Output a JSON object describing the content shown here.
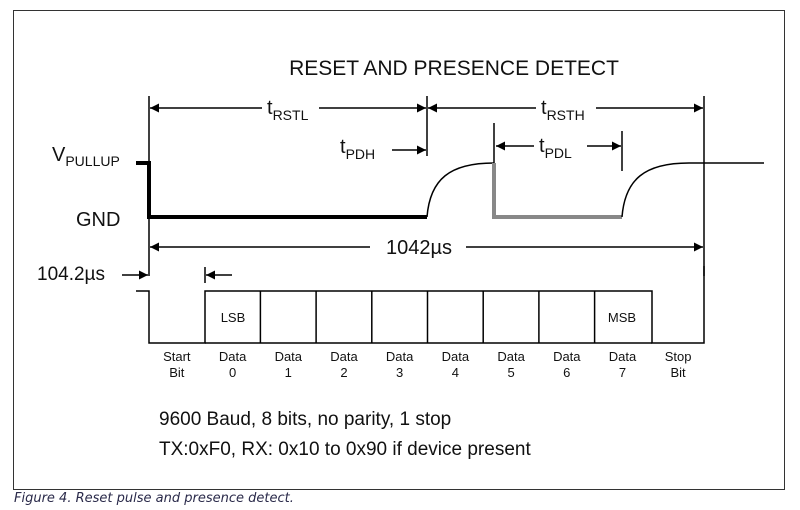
{
  "title": "RESET AND PRESENCE DETECT",
  "levels": {
    "high": {
      "main": "V",
      "sub": "PULLUP"
    },
    "low": "GND"
  },
  "timings": {
    "t_rstl": {
      "main": "t",
      "sub": "RSTL"
    },
    "t_rsth": {
      "main": "t",
      "sub": "RSTH"
    },
    "t_pdh": {
      "main": "t",
      "sub": "PDH"
    },
    "t_pdl": {
      "main": "t",
      "sub": "PDL"
    },
    "total": "1042µs",
    "bit_time": "104.2µs"
  },
  "frame_labels": {
    "lsb": "LSB",
    "msb": "MSB"
  },
  "bits": [
    {
      "l1": "Start",
      "l2": "Bit"
    },
    {
      "l1": "Data",
      "l2": "0"
    },
    {
      "l1": "Data",
      "l2": "1"
    },
    {
      "l1": "Data",
      "l2": "2"
    },
    {
      "l1": "Data",
      "l2": "3"
    },
    {
      "l1": "Data",
      "l2": "4"
    },
    {
      "l1": "Data",
      "l2": "5"
    },
    {
      "l1": "Data",
      "l2": "6"
    },
    {
      "l1": "Data",
      "l2": "7"
    },
    {
      "l1": "Stop",
      "l2": "Bit"
    }
  ],
  "notes": {
    "line1": "9600 Baud, 8 bits, no parity, 1 stop",
    "line2": "TX:0xF0, RX: 0x10 to 0x90 if device present"
  },
  "caption": "Figure 4. Reset pulse and presence detect.",
  "colors": {
    "master_pulse": "#000000",
    "slave_pulse": "#888888"
  }
}
